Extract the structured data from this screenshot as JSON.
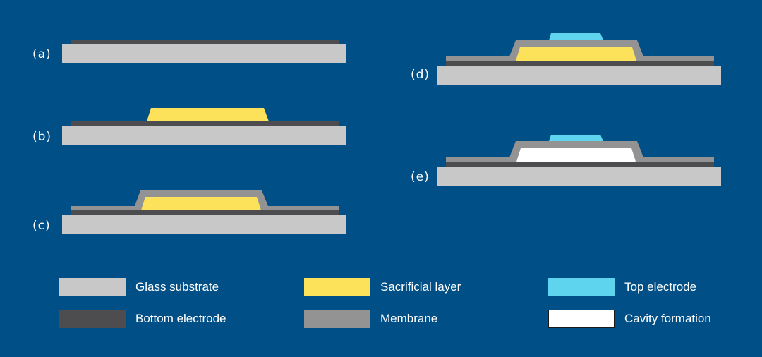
{
  "steps": [
    {
      "label": "(a)"
    },
    {
      "label": "(b)"
    },
    {
      "label": "(c)"
    },
    {
      "label": "(d)"
    },
    {
      "label": "(e)"
    }
  ],
  "legend": [
    {
      "label": "Glass substrate",
      "color": "#c8c8c8"
    },
    {
      "label": "Sacrificial layer",
      "color": "#fce15a"
    },
    {
      "label": "Top electrode",
      "color": "#5ed4ee"
    },
    {
      "label": "Bottom electrode",
      "color": "#4d4d4f"
    },
    {
      "label": "Membrane",
      "color": "#939393"
    },
    {
      "label": "Cavity formation",
      "color": "#ffffff"
    }
  ],
  "colors": {
    "background": "#004f86",
    "glass": "#c8c8c8",
    "sacrificial": "#fce15a",
    "top_electrode": "#5ed4ee",
    "bottom_electrode": "#4d4d4f",
    "membrane": "#939393",
    "cavity": "#ffffff"
  }
}
